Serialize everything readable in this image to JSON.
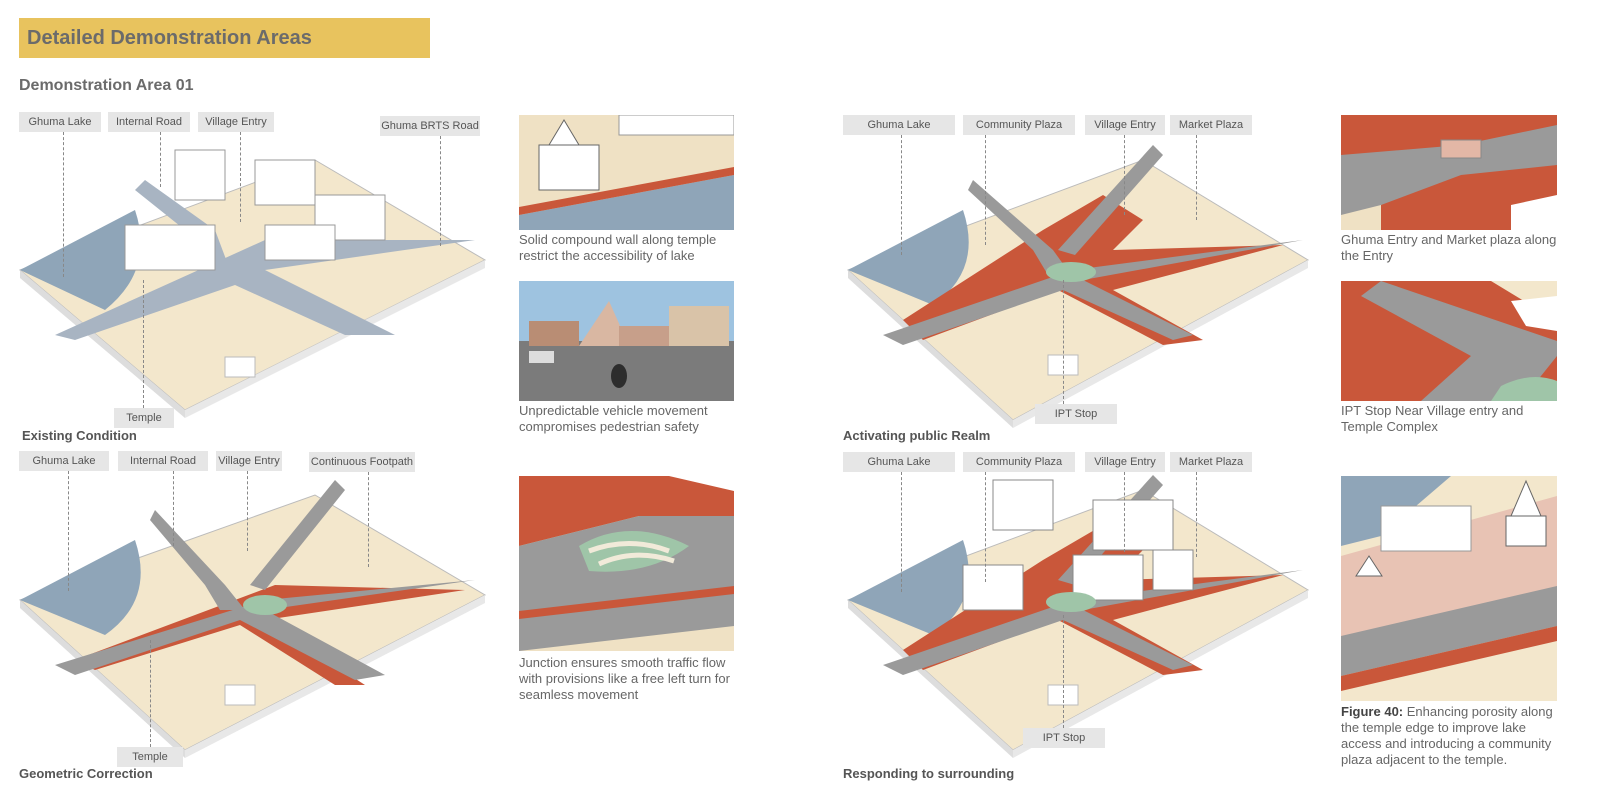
{
  "header": {
    "title": "Detailed Demonstration Areas"
  },
  "subtitle": "Demonstration Area 01",
  "panels": {
    "existing": {
      "title": "Existing Condition",
      "labels": [
        "Ghuma Lake",
        "Internal Road",
        "Village Entry",
        "Ghuma BRTS Road",
        "Temple"
      ]
    },
    "geometric": {
      "title": "Geometric Correction",
      "labels": [
        "Ghuma Lake",
        "Internal Road",
        "Village Entry",
        "Continuous Footpath",
        "Temple"
      ]
    },
    "activating": {
      "title": "Activating public Realm",
      "labels": [
        "Ghuma Lake",
        "Community Plaza",
        "Village Entry",
        "Market Plaza",
        "IPT Stop"
      ]
    },
    "responding": {
      "title": "Responding to surrounding",
      "labels": [
        "Ghuma Lake",
        "Community Plaza",
        "Village Entry",
        "Market Plaza",
        "IPT Stop"
      ]
    }
  },
  "captions": {
    "c1": "Solid compound wall along temple restrict the accessibility of lake",
    "c2": "Unpredictable vehicle movement compromises pedestrian safety",
    "c3": "Junction ensures smooth traffic flow with provisions like a free left turn for seamless movement",
    "c4": "Ghuma Entry and Market plaza along the Entry",
    "c5": "IPT Stop Near Village entry and Temple Complex",
    "c6_label": "Figure 40:",
    "c6_text": " Enhancing porosity along the temple edge to improve lake access and introducing a community plaza adjacent to the temple."
  },
  "colors": {
    "accent": "#e8c35e",
    "lake": "#8fa5b8",
    "road": "#9a9a9a",
    "footpath": "#c9573a",
    "ground": "#efe1c4"
  }
}
